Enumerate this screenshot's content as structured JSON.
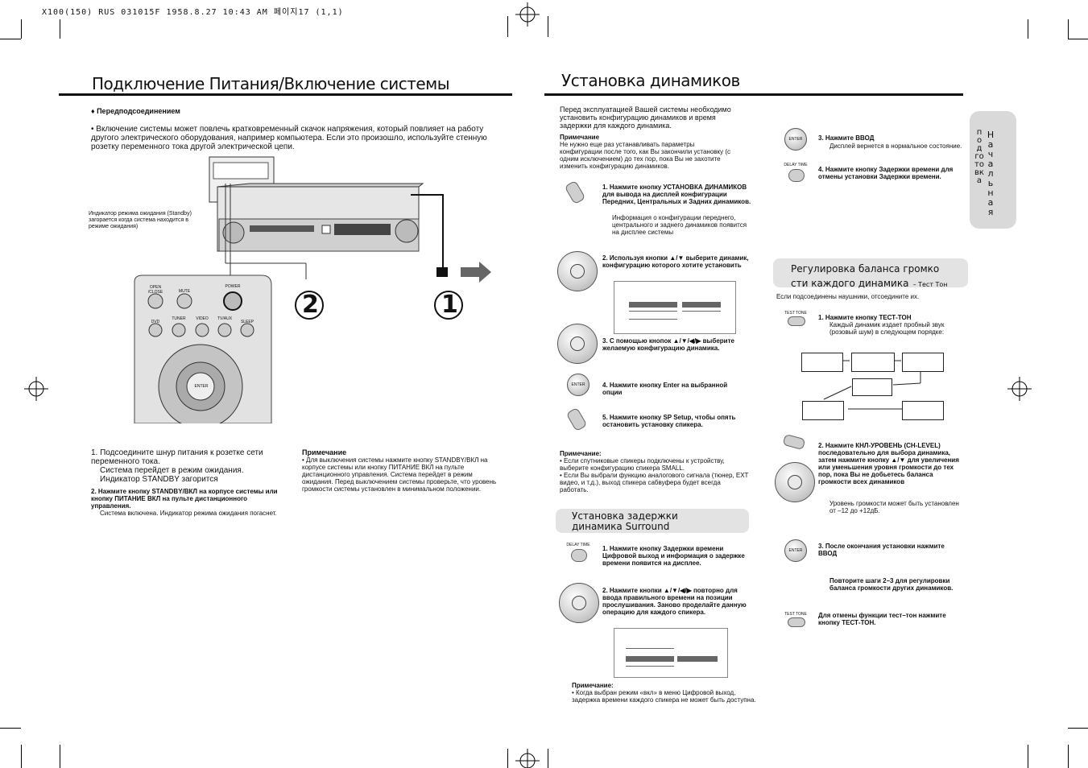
{
  "header": {
    "line": "X100(150) RUS 031015F  1958.8.27 10:43 AM    페이지17 (1,1)"
  },
  "left": {
    "title": "Подключение Питания/Включение системы",
    "section_label": "♦ Передподсоединением",
    "bullet": "• Включение системы может повлечь кратковременный скачок напряжения, который повлияет на работу другого электрического оборудования, например компьютера. Если это произошло, используйте стенную розетку переменного тока другой электрической цепи.",
    "callout": "Индикатор режима ожидания (Standby) загорается когда система находится в режиме ожидания)",
    "num_1": "1",
    "num_2": "2",
    "remote_buttons": [
      "OPEN /CLOSE",
      "MUTE",
      "POWER",
      "DVD",
      "TUNER",
      "VIDEO",
      "TV/AUX",
      "SLEEP",
      "ENTER"
    ],
    "step1_title": "1. Подсоедините шнур питания к розетке сети переменного тока.",
    "step1_body": "Система перейдет в режим ожидания. Индикатор STANDBY загорится",
    "step2_title": "2. Нажмите кнопку STANDBY/ВКЛ на корпусе системы или кнопку ПИТАНИЕ ВКЛ на пульте дистанционного управления.",
    "step2_body": "Система включена. Индикатор режима ожидания погаснет.",
    "note_title": "Примечание",
    "note_body": "• Для выключения системы нажмите кнопку STANDBY/ВКЛ на корпусе системы или кнопку ПИТАНИЕ ВКЛ на пульте дистанционного управления. Система перейдет в режим ожидания. Перед выключением системы проверьте, что уровень громкости системы установлен в минимальном положении."
  },
  "right": {
    "title": "Установка динамиков",
    "intro": "Перед эксплуатацией Вашей системы необходимо установить конфигурацию динамиков и время задержки для каждого динамика.",
    "intro_note_title": "Примечание",
    "intro_note": "Не нужно еще раз устанавливать параметры конфигурации после того, как Вы закончили установку (с одним исключением) до тех пор, пока Вы не захотите изменить конфигурацию динамиков.",
    "s1": "1. Нажмите кнопку УСТАНОВКА ДИНАМИКОВ для вывода на дисплей конфигурации Передних, Центральных и Задних динамиков.",
    "s1_body": "Информация о конфигурации переднего, центрального и заднего динамиков появится на дисплее системы",
    "s2": "2. Используя кнопки ▲/▼ выберите динамик, конфигурацию которого хотите установить",
    "s3": "3. С помощью кнопок ▲/▼/◀/▶ выберите желаемую конфигурацию динамика.",
    "s4": "4. Нажмите кнопку Enter на выбранной опции",
    "s5": "5. Нажмите кнопку SP Setup, чтобы опять остановить установку спикера.",
    "note2_title": "Примечание:",
    "note2_body": "• Если спутниковые спикеры подключены к устройству, выберите конфигурацию спикера SMALL.\n• Если Вы выбрали функцию аналогового сигнала (тюнер, EXT видео, и т.д.), выход спикера сабвуфера будет всегда работать.",
    "delay_panel": "Установка задержки динамика Surround",
    "d1": "1. Нажмите кнопку Задержки времени Цифровой выход и информация о задержке времени появится на дисплее.",
    "d2": "2. Нажмите кнопки ▲/▼/◀/▶ повторно для ввода правильного времени на позиции прослушивания. Заново проделайте данную операцию для каждого спикера.",
    "d_note_title": "Примечание:",
    "d_note_body": "• Когда выбран режим «вкл» в меню Цифровой выход, задержка времени каждого спикера не может быть доступна.",
    "c3": "3. Нажмите ВВОД",
    "c3_body": "Дисплей вернется в нормальное состояние.",
    "c4": "4. Нажмите кнопку Задержки времени для отмены установки Задержки времени.",
    "balance_panel_1": "Регулировка баланса громко",
    "balance_panel_2": "сти каждого динамика",
    "balance_panel_sub": "– Тест Тон",
    "balance_intro": "Если подсоединены наушники, отсоедините их.",
    "t1": "1. Нажмите кнопку ТЕСТ-ТОН",
    "t1_body": "Каждый динамик издает пробный звук (розовый шум) в следующем порядке:",
    "t2": "2. Нажмите КНЛ-УРОВЕНЬ (CH-LEVEL) последовательно для выбора динамика, затем нажмите кнопку ▲/▼ для увеличения или уменьшения уровня громкости до тех пор, пока Вы не добьетесь баланса громкости всех динамиков",
    "t2_body": "Уровень громкости может быть установлен от –12 до +12дБ.",
    "t3": "3. После окончания установки нажмите ВВОД",
    "repeat": "Повторите шаги 2–3 для регулировки баланса громкости других динамиков.",
    "cancel": "Для отмены функции тест–тон нажмите кнопку ТЕСТ-ТОН.",
    "tab_1": "Начальная",
    "tab_2": "подготовка",
    "btn_enter": "ENTER",
    "btn_delay": "DELAY TIME",
    "btn_test": "TEST TONE"
  }
}
